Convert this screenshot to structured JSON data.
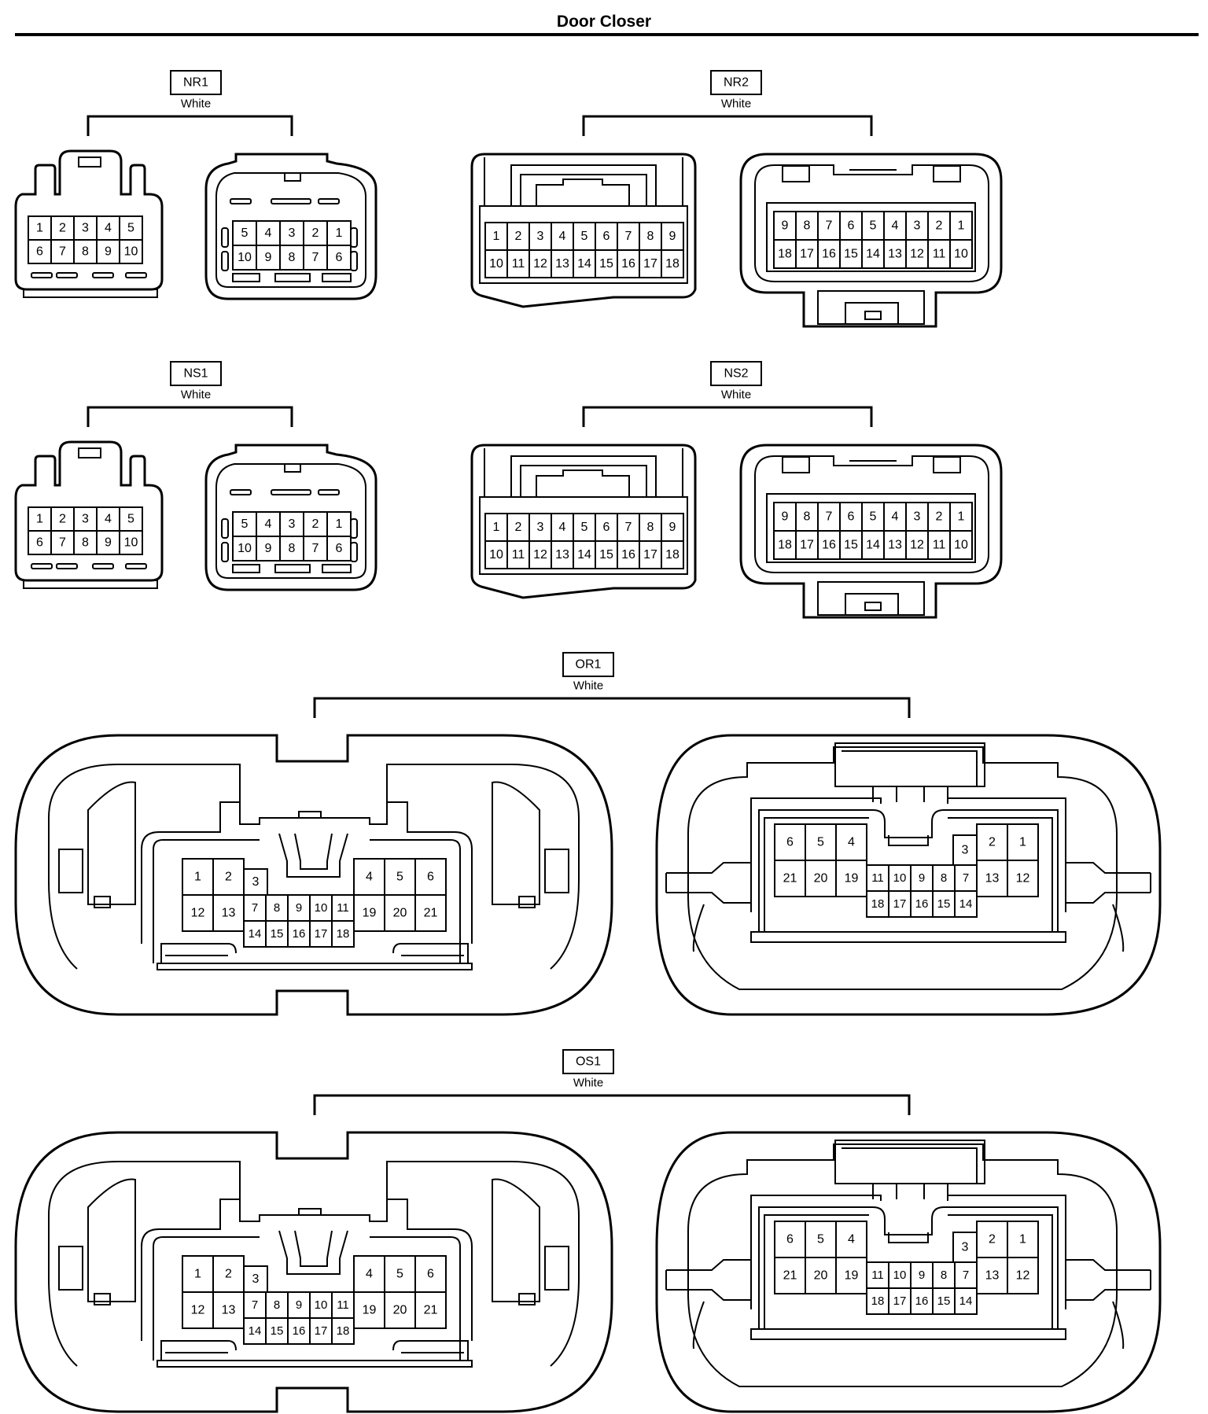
{
  "page": {
    "title": "Door Closer"
  },
  "connectors": {
    "nr1": {
      "code": "NR1",
      "color": "White",
      "a_rows": [
        [
          "1",
          "2",
          "3",
          "4",
          "5"
        ],
        [
          "6",
          "7",
          "8",
          "9",
          "10"
        ]
      ],
      "b_rows": [
        [
          "5",
          "4",
          "3",
          "2",
          "1"
        ],
        [
          "10",
          "9",
          "8",
          "7",
          "6"
        ]
      ]
    },
    "nr2": {
      "code": "NR2",
      "color": "White",
      "a_rows": [
        [
          "1",
          "2",
          "3",
          "4",
          "5",
          "6",
          "7",
          "8",
          "9"
        ],
        [
          "10",
          "11",
          "12",
          "13",
          "14",
          "15",
          "16",
          "17",
          "18"
        ]
      ],
      "b_rows": [
        [
          "9",
          "8",
          "7",
          "6",
          "5",
          "4",
          "3",
          "2",
          "1"
        ],
        [
          "18",
          "17",
          "16",
          "15",
          "14",
          "13",
          "12",
          "11",
          "10"
        ]
      ]
    },
    "ns1": {
      "code": "NS1",
      "color": "White",
      "a_rows": [
        [
          "1",
          "2",
          "3",
          "4",
          "5"
        ],
        [
          "6",
          "7",
          "8",
          "9",
          "10"
        ]
      ],
      "b_rows": [
        [
          "5",
          "4",
          "3",
          "2",
          "1"
        ],
        [
          "10",
          "9",
          "8",
          "7",
          "6"
        ]
      ]
    },
    "ns2": {
      "code": "NS2",
      "color": "White",
      "a_rows": [
        [
          "1",
          "2",
          "3",
          "4",
          "5",
          "6",
          "7",
          "8",
          "9"
        ],
        [
          "10",
          "11",
          "12",
          "13",
          "14",
          "15",
          "16",
          "17",
          "18"
        ]
      ],
      "b_rows": [
        [
          "9",
          "8",
          "7",
          "6",
          "5",
          "4",
          "3",
          "2",
          "1"
        ],
        [
          "18",
          "17",
          "16",
          "15",
          "14",
          "13",
          "12",
          "11",
          "10"
        ]
      ]
    },
    "or1": {
      "code": "OR1",
      "color": "White",
      "a": {
        "left_top": [
          "1",
          "2"
        ],
        "left_bot": [
          "12",
          "13"
        ],
        "p3": "3",
        "mid": [
          "7",
          "8",
          "9",
          "10",
          "11"
        ],
        "bot": [
          "14",
          "15",
          "16",
          "17",
          "18"
        ],
        "right_top": [
          "4",
          "5",
          "6"
        ],
        "right_bot": [
          "19",
          "20",
          "21"
        ]
      },
      "b": {
        "left_top": [
          "6",
          "5",
          "4"
        ],
        "left_bot": [
          "21",
          "20",
          "19"
        ],
        "mid": [
          "11",
          "10",
          "9",
          "8",
          "7"
        ],
        "bot": [
          "18",
          "17",
          "16",
          "15",
          "14"
        ],
        "p3": "3",
        "right_top": [
          "2",
          "1"
        ],
        "right_bot": [
          "13",
          "12"
        ]
      }
    },
    "os1": {
      "code": "OS1",
      "color": "White",
      "a": {
        "left_top": [
          "1",
          "2"
        ],
        "left_bot": [
          "12",
          "13"
        ],
        "p3": "3",
        "mid": [
          "7",
          "8",
          "9",
          "10",
          "11"
        ],
        "bot": [
          "14",
          "15",
          "16",
          "17",
          "18"
        ],
        "right_top": [
          "4",
          "5",
          "6"
        ],
        "right_bot": [
          "19",
          "20",
          "21"
        ]
      },
      "b": {
        "left_top": [
          "6",
          "5",
          "4"
        ],
        "left_bot": [
          "21",
          "20",
          "19"
        ],
        "mid": [
          "11",
          "10",
          "9",
          "8",
          "7"
        ],
        "bot": [
          "18",
          "17",
          "16",
          "15",
          "14"
        ],
        "p3": "3",
        "right_top": [
          "2",
          "1"
        ],
        "right_bot": [
          "13",
          "12"
        ]
      }
    }
  }
}
